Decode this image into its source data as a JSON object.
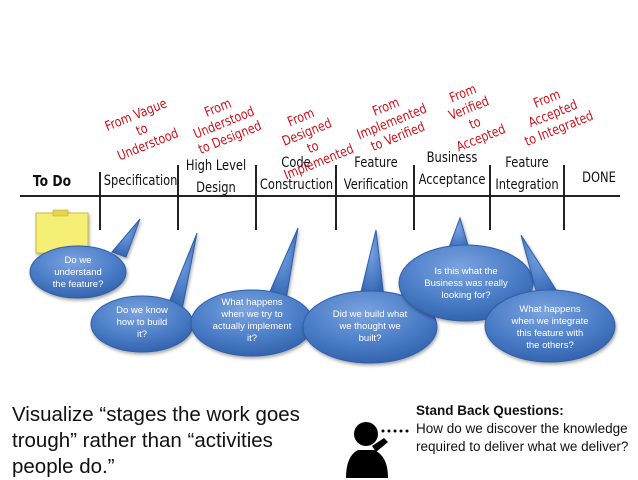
{
  "columns": [
    {
      "label": "To Do"
    },
    {
      "label": "Specification"
    },
    {
      "label": "High Level\nDesign"
    },
    {
      "label": "Code\nConstruction"
    },
    {
      "label": "Feature\nVerification"
    },
    {
      "label": "Business\nAcceptance"
    },
    {
      "label": "Feature\nIntegration"
    },
    {
      "label": "DONE"
    }
  ],
  "transitions": [
    "From Vague\nto Understood",
    "From Understood\nto Designed",
    "From Designed\nto Implemented",
    "From Implemented\nto Verified",
    "From Verified\nto Accepted",
    "From Accepted\nto Integrated"
  ],
  "questions": [
    "Do we\nunderstand\nthe feature?",
    "Do we know\nhow to build\nit?",
    "What happens\nwhen we try to\nactually implement\nit?",
    "Did we build what\nwe thought we\nbuilt?",
    "Is this what the\nBusiness was really\nlooking for?",
    "What happens\nwhen we integrate\nthis feature with\nthe others?"
  ],
  "caption": "Visualize “stages the work goes trough” rather than “activities people do.”",
  "stand_back": {
    "title": "Stand Back Questions:",
    "body": "How do we discover the knowledge required to deliver what we deliver?"
  },
  "colors": {
    "transition_text": "#d0101c",
    "bubble_fill": "#4f80c8",
    "bubble_edge": "#2f5fa8",
    "sticky_note": "#f6ef74"
  }
}
